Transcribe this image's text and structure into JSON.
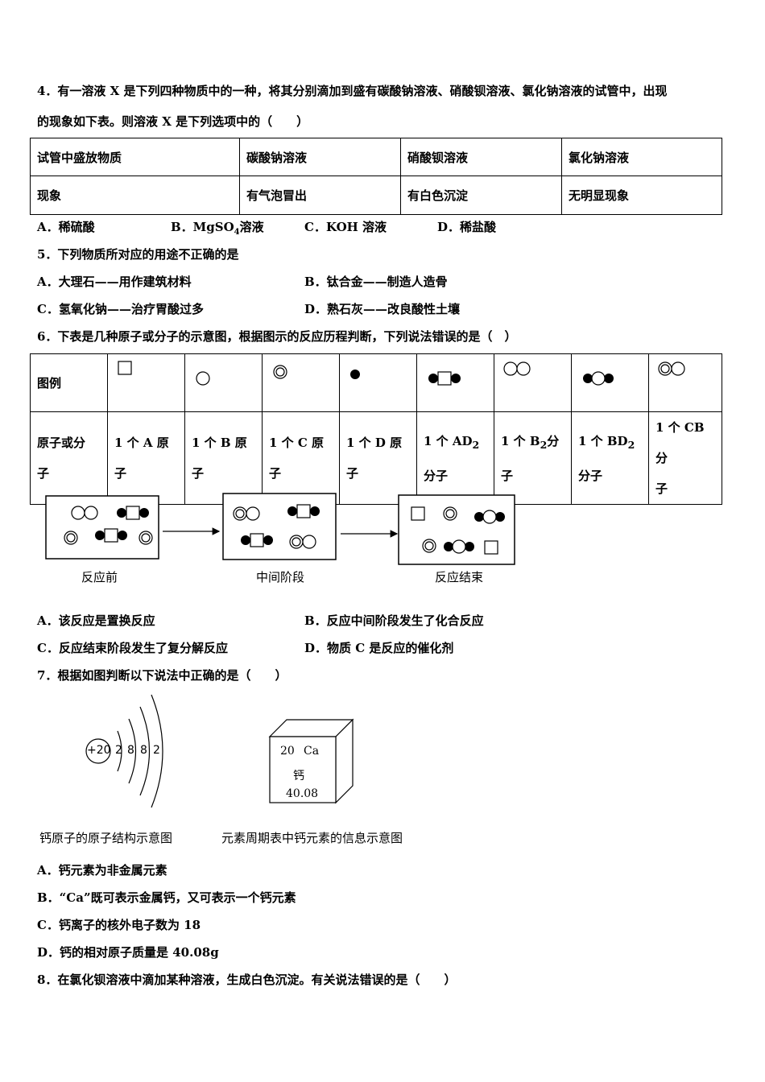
{
  "q4": {
    "stem_line1": "4．有一溶液 X 是下列四种物质中的一种，将其分别滴加到盛有碳酸钠溶液、硝酸钡溶液、氯化钠溶液的试管中，出现",
    "stem_line2": "的现象如下表。则溶液 X 是下列选项中的（　　）",
    "table": {
      "header": [
        "试管中盛放物质",
        "碳酸钠溶液",
        "硝酸钡溶液",
        "氯化钠溶液"
      ],
      "row": [
        "现象",
        "有气泡冒出",
        "有白色沉淀",
        "无明显现象"
      ]
    },
    "options": {
      "a": "A．稀硫酸",
      "b_pre": "B．MgSO",
      "b_sub": "4",
      "b_post": "溶液",
      "c": "C．KOH 溶液",
      "d": "D．稀盐酸"
    }
  },
  "q5": {
    "stem": "5．下列物质所对应的用途不正确的是",
    "options": {
      "a": "A．大理石——用作建筑材料",
      "b": "B．钛合金——制造人造骨",
      "c": "C．氢氧化钠——治疗胃酸过多",
      "d": "D．熟石灰——改良酸性土壤"
    }
  },
  "q6": {
    "stem": "6．下表是几种原子或分子的示意图，根据图示的反应历程判断，下列说法错误的是（　）",
    "table": {
      "row1_label": "图例",
      "row2_label_1": "原子或分",
      "row2_label_2": "子",
      "items": [
        {
          "l1": "1 个 A 原",
          "l2": "子"
        },
        {
          "l1": "1 个 B 原",
          "l2": "子"
        },
        {
          "l1": "1 个 C 原",
          "l2": "子"
        },
        {
          "l1": "1 个 D 原",
          "l2": "子"
        },
        {
          "l1a": "1 个 AD",
          "l1sub": "2",
          "l2": "分子"
        },
        {
          "l1a": "1 个 B",
          "l1sub": "2",
          "l1b": "分",
          "l2": "子"
        },
        {
          "l1a": "1 个 BD",
          "l1sub": "2",
          "l2": "分子"
        },
        {
          "l1": "1 个 CB 分",
          "l2": "子"
        }
      ]
    },
    "diagram_labels": [
      "反应前",
      "中间阶段",
      "反应结束"
    ],
    "options": {
      "a": "A．该反应是置换反应",
      "b": "B．反应中间阶段发生了化合反应",
      "c": "C．反应结束阶段发生了复分解反应",
      "d": "D．物质 C 是反应的催化剂"
    }
  },
  "q7": {
    "stem": "7．根据如图判断以下说法中正确的是（　　）",
    "atom": {
      "nucleus": "+20",
      "shells": [
        "2",
        "8",
        "8",
        "2"
      ]
    },
    "element": {
      "number": "20",
      "symbol": "Ca",
      "name": "钙",
      "mass": "40.08"
    },
    "captions": [
      "钙原子的原子结构示意图",
      "元素周期表中钙元素的信息示意图"
    ],
    "options": {
      "a": "A．钙元素为非金属元素",
      "b": "B．“Ca”既可表示金属钙，又可表示一个钙元素",
      "c": "C．钙离子的核外电子数为 18",
      "d": "D．钙的相对原子质量是 40.08g"
    }
  },
  "q8": {
    "stem": "8．在氯化钡溶液中滴加某种溶液，生成白色沉淀。有关说法错误的是（　　）"
  }
}
